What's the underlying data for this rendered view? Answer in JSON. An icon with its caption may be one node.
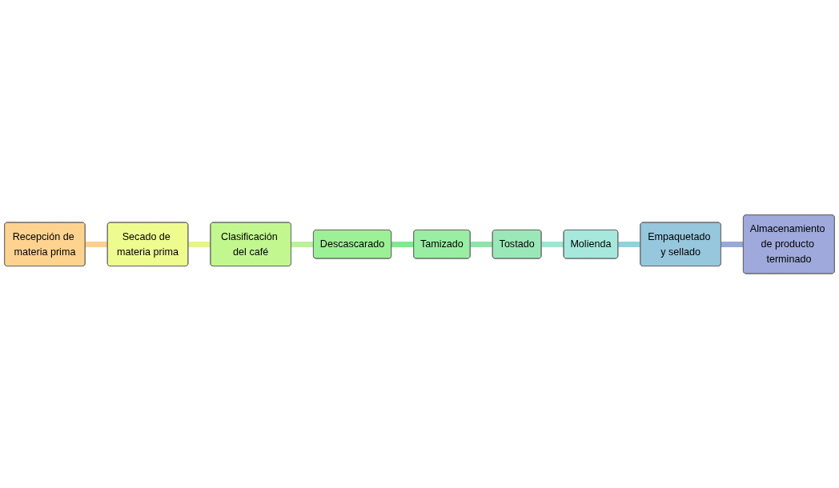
{
  "diagram": {
    "nodes": [
      {
        "text": [
          "Recepción de materia prima"
        ]
      },
      {
        "text": [
          "Secado de materia prima"
        ]
      },
      {
        "text": [
          "Clasificación del café"
        ]
      },
      {
        "text": [
          "Descascarado"
        ]
      },
      {
        "text": [
          "Tamizado"
        ]
      },
      {
        "text": [
          "Tostado"
        ]
      },
      {
        "text": [
          "Molienda"
        ]
      },
      {
        "text": [
          "Empaquetado y sellado"
        ]
      },
      {
        "text": [
          "Almacenamiento de producto terminado"
        ]
      }
    ],
    "edges": [
      {
        "from": 0,
        "to": 1,
        "arrow": "none",
        "color": "#fdcf8e"
      },
      {
        "from": 1,
        "to": 2,
        "arrow": "none",
        "color": "#e6f58a"
      },
      {
        "from": 2,
        "to": 3,
        "arrow": "none",
        "color": "#b9f29a"
      },
      {
        "from": 3,
        "to": 4,
        "arrow": "none",
        "color": "#82e88e"
      },
      {
        "from": 4,
        "to": 5,
        "arrow": "none",
        "color": "#8fe4a8"
      },
      {
        "from": 5,
        "to": 6,
        "arrow": "none",
        "color": "#9fe6d0"
      },
      {
        "from": 6,
        "to": 7,
        "arrow": "none",
        "color": "#93d0dc"
      },
      {
        "from": 7,
        "to": 8,
        "arrow": "none",
        "color": "#98a8d8"
      }
    ]
  }
}
